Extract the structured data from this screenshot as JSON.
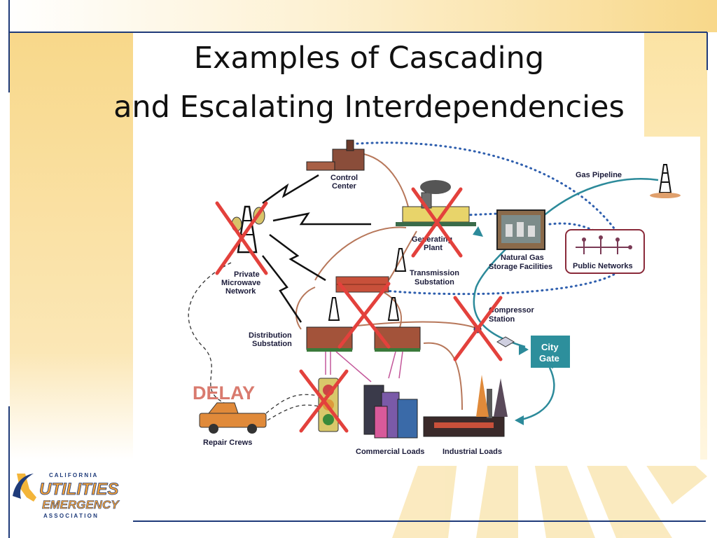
{
  "slide": {
    "title_line1": "Examples of Cascading",
    "title_line2": "and Escalating Interdependencies"
  },
  "diagram": {
    "labels": {
      "control_center_1": "Control",
      "control_center_2": "Center",
      "gas_pipeline": "Gas Pipeline",
      "generating_plant_1": "Generating",
      "generating_plant_2": "Plant",
      "natural_gas_1": "Natural Gas",
      "natural_gas_2": "Storage Facilities",
      "public_networks": "Public Networks",
      "private_mw_1": "Private",
      "private_mw_2": "Microwave",
      "private_mw_3": "Network",
      "transmission_1": "Transmission",
      "transmission_2": "Substation",
      "compressor_1": "Compressor",
      "compressor_2": "Station",
      "distribution_1": "Distribution",
      "distribution_2": "Substation",
      "city_gate_1": "City",
      "city_gate_2": "Gate",
      "delay": "DELAY",
      "repair_crews": "Repair Crews",
      "commercial_loads": "Commercial Loads",
      "industrial_loads": "Industrial Loads"
    },
    "colors": {
      "failure_cross": "#e3413c",
      "gas_line": "#2c8a9a",
      "comm_dots": "#2f5fae",
      "power_line": "#b7775a"
    }
  },
  "logo": {
    "top_line": "C A L I F O R N I A",
    "utilities": "UTILITIES",
    "emergency": "EMERGENCY",
    "association": "A S S O C I A T I O N"
  }
}
